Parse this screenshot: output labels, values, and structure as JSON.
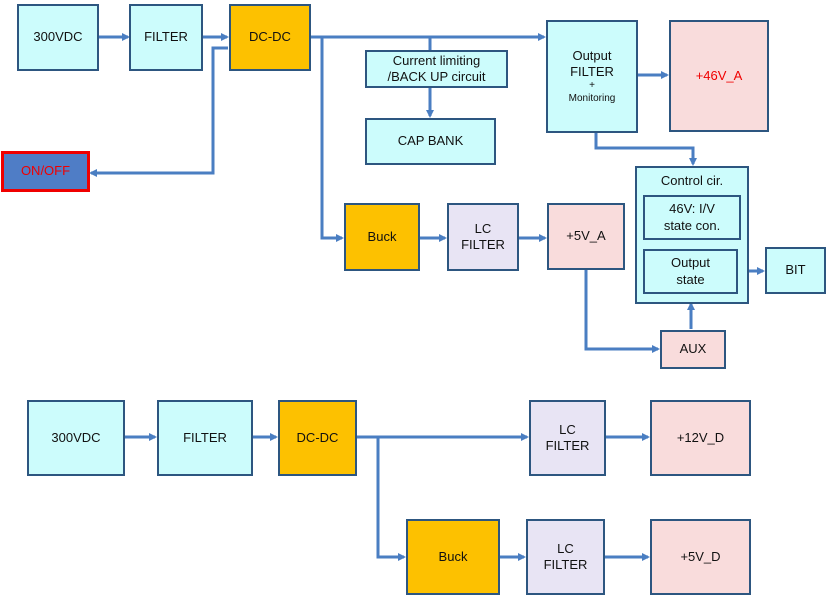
{
  "colors": {
    "arrow": "#4a7ec2",
    "box_border": "#2d5680",
    "cyan_fill": "#ccfcfc",
    "orange_fill": "#fdc100",
    "pink_fill": "#f9dcdc",
    "lavender_fill": "#e8e4f4",
    "on_off_fill": "#4f7dc6",
    "on_off_border": "#f00000",
    "red_text": "#f00000"
  },
  "top": {
    "input": "300VDC",
    "filter": "FILTER",
    "dcdc": "DC-DC",
    "on_off": "ON/OFF",
    "current_limiting": "Current limiting\n/BACK UP circuit",
    "cap_bank": "CAP BANK",
    "output_filter": "Output\nFILTER",
    "output_filter_plus": "+",
    "output_filter_monitoring": "Monitoring",
    "out_46v": "+46V_A",
    "buck": "Buck",
    "lc_filter": "LC\nFILTER",
    "out_5v_a": "+5V_A",
    "control_cir": "Control cir.",
    "state_con": "46V: I/V\nstate con.",
    "output_state": "Output\nstate",
    "bit": "BIT",
    "aux": "AUX"
  },
  "bottom": {
    "input": "300VDC",
    "filter": "FILTER",
    "dcdc": "DC-DC",
    "lc_filter_1": "LC\nFILTER",
    "out_12v_d": "+12V_D",
    "buck": "Buck",
    "lc_filter_2": "LC\nFILTER",
    "out_5v_d": "+5V_D"
  }
}
